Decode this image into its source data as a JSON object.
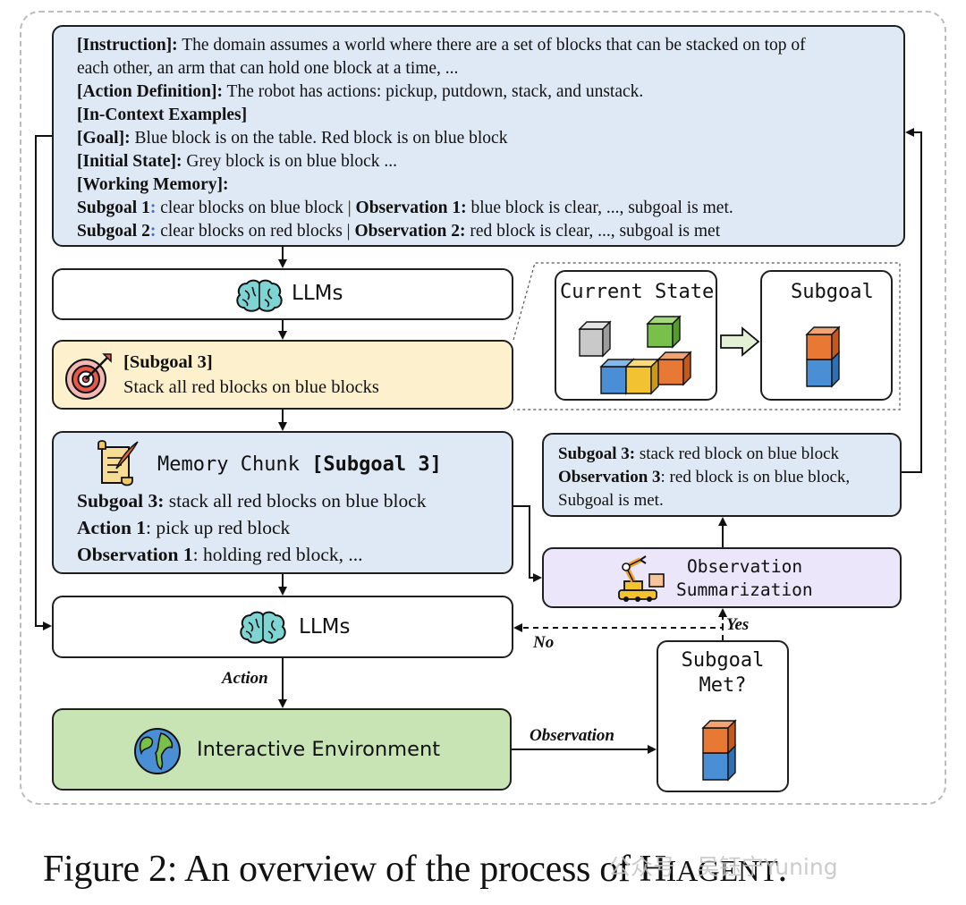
{
  "instruction_box": {
    "instruction_label": "[Instruction]:",
    "instruction_text_1": " The domain assumes a world where there are a set of blocks that can be stacked on top of",
    "instruction_text_2": "each other,  an arm that can hold one block at a time, ...",
    "action_def_label": "[Action Definition]:",
    "action_def_text": " The robot has actions: pickup, putdown, stack, and unstack.",
    "in_context_label": "[In-Context Examples]",
    "goal_label": "[Goal]:",
    "goal_text": " Blue block is on the table. Red block is on blue block",
    "initial_state_label": "[Initial State]:",
    "initial_state_text": " Grey block is on blue block ...",
    "working_memory_label": "[Working Memory]:",
    "sg1_label": "Subgoal 1",
    "sg1_text": " clear blocks on blue block | ",
    "obs1_label": "Observation 1:",
    "obs1_text": " blue block is clear, ..., subgoal is met.",
    "sg2_label": "Subgoal 2",
    "sg2_text": " clear blocks on red blocks | ",
    "obs2_label": "Observation 2:",
    "obs2_text": " red block is clear, ..., subgoal is met",
    "colon": ":"
  },
  "llms_top": {
    "label": "LLMs"
  },
  "subgoal3_box": {
    "title": "[Subgoal 3]",
    "text": "Stack all red blocks on blue blocks"
  },
  "current_state": {
    "title": "Current State"
  },
  "subgoal_panel": {
    "title": "Subgoal"
  },
  "memory_chunk": {
    "title_prefix": "Memory Chunk ",
    "title_bracket": "[Subgoal  3]",
    "sg_label": "Subgoal 3:",
    "sg_text": " stack all red blocks on blue block",
    "action_label": "Action 1",
    "action_text": ": pick up red block",
    "obs_label": "Observation 1",
    "obs_text": ": holding red block, ..."
  },
  "summary_box": {
    "sg_label": "Subgoal 3:",
    "sg_text": " stack red block on blue block",
    "obs_label": "Observation 3",
    "obs_text": ": red block is on blue block,",
    "met_text": "Subgoal is met."
  },
  "obs_summarization": {
    "line1": "Observation",
    "line2": "Summarization"
  },
  "llms_bottom": {
    "label": "LLMs"
  },
  "labels": {
    "yes": "Yes",
    "no": "No",
    "action": "Action",
    "observation": "Observation"
  },
  "subgoal_met": {
    "line1": "Subgoal",
    "line2": "Met?"
  },
  "environment": {
    "label": "Interactive Environment"
  },
  "caption": {
    "text": "Figure 2: An overview of the process of H",
    "smallcaps": "IAGENT",
    "end": "."
  },
  "watermark": {
    "text": "公众号 · 吴钰宁Yuning"
  },
  "colors": {
    "blue_box": "#dfe9f5",
    "yellow_box": "#fdf0cc",
    "purple_box": "#ebe6fa",
    "green_box": "#c8e4b4",
    "block_grey": "#c9c9c9",
    "block_green": "#78c04a",
    "block_blue": "#4a8fd6",
    "block_yellow": "#f2c230",
    "block_orange": "#e77934"
  }
}
